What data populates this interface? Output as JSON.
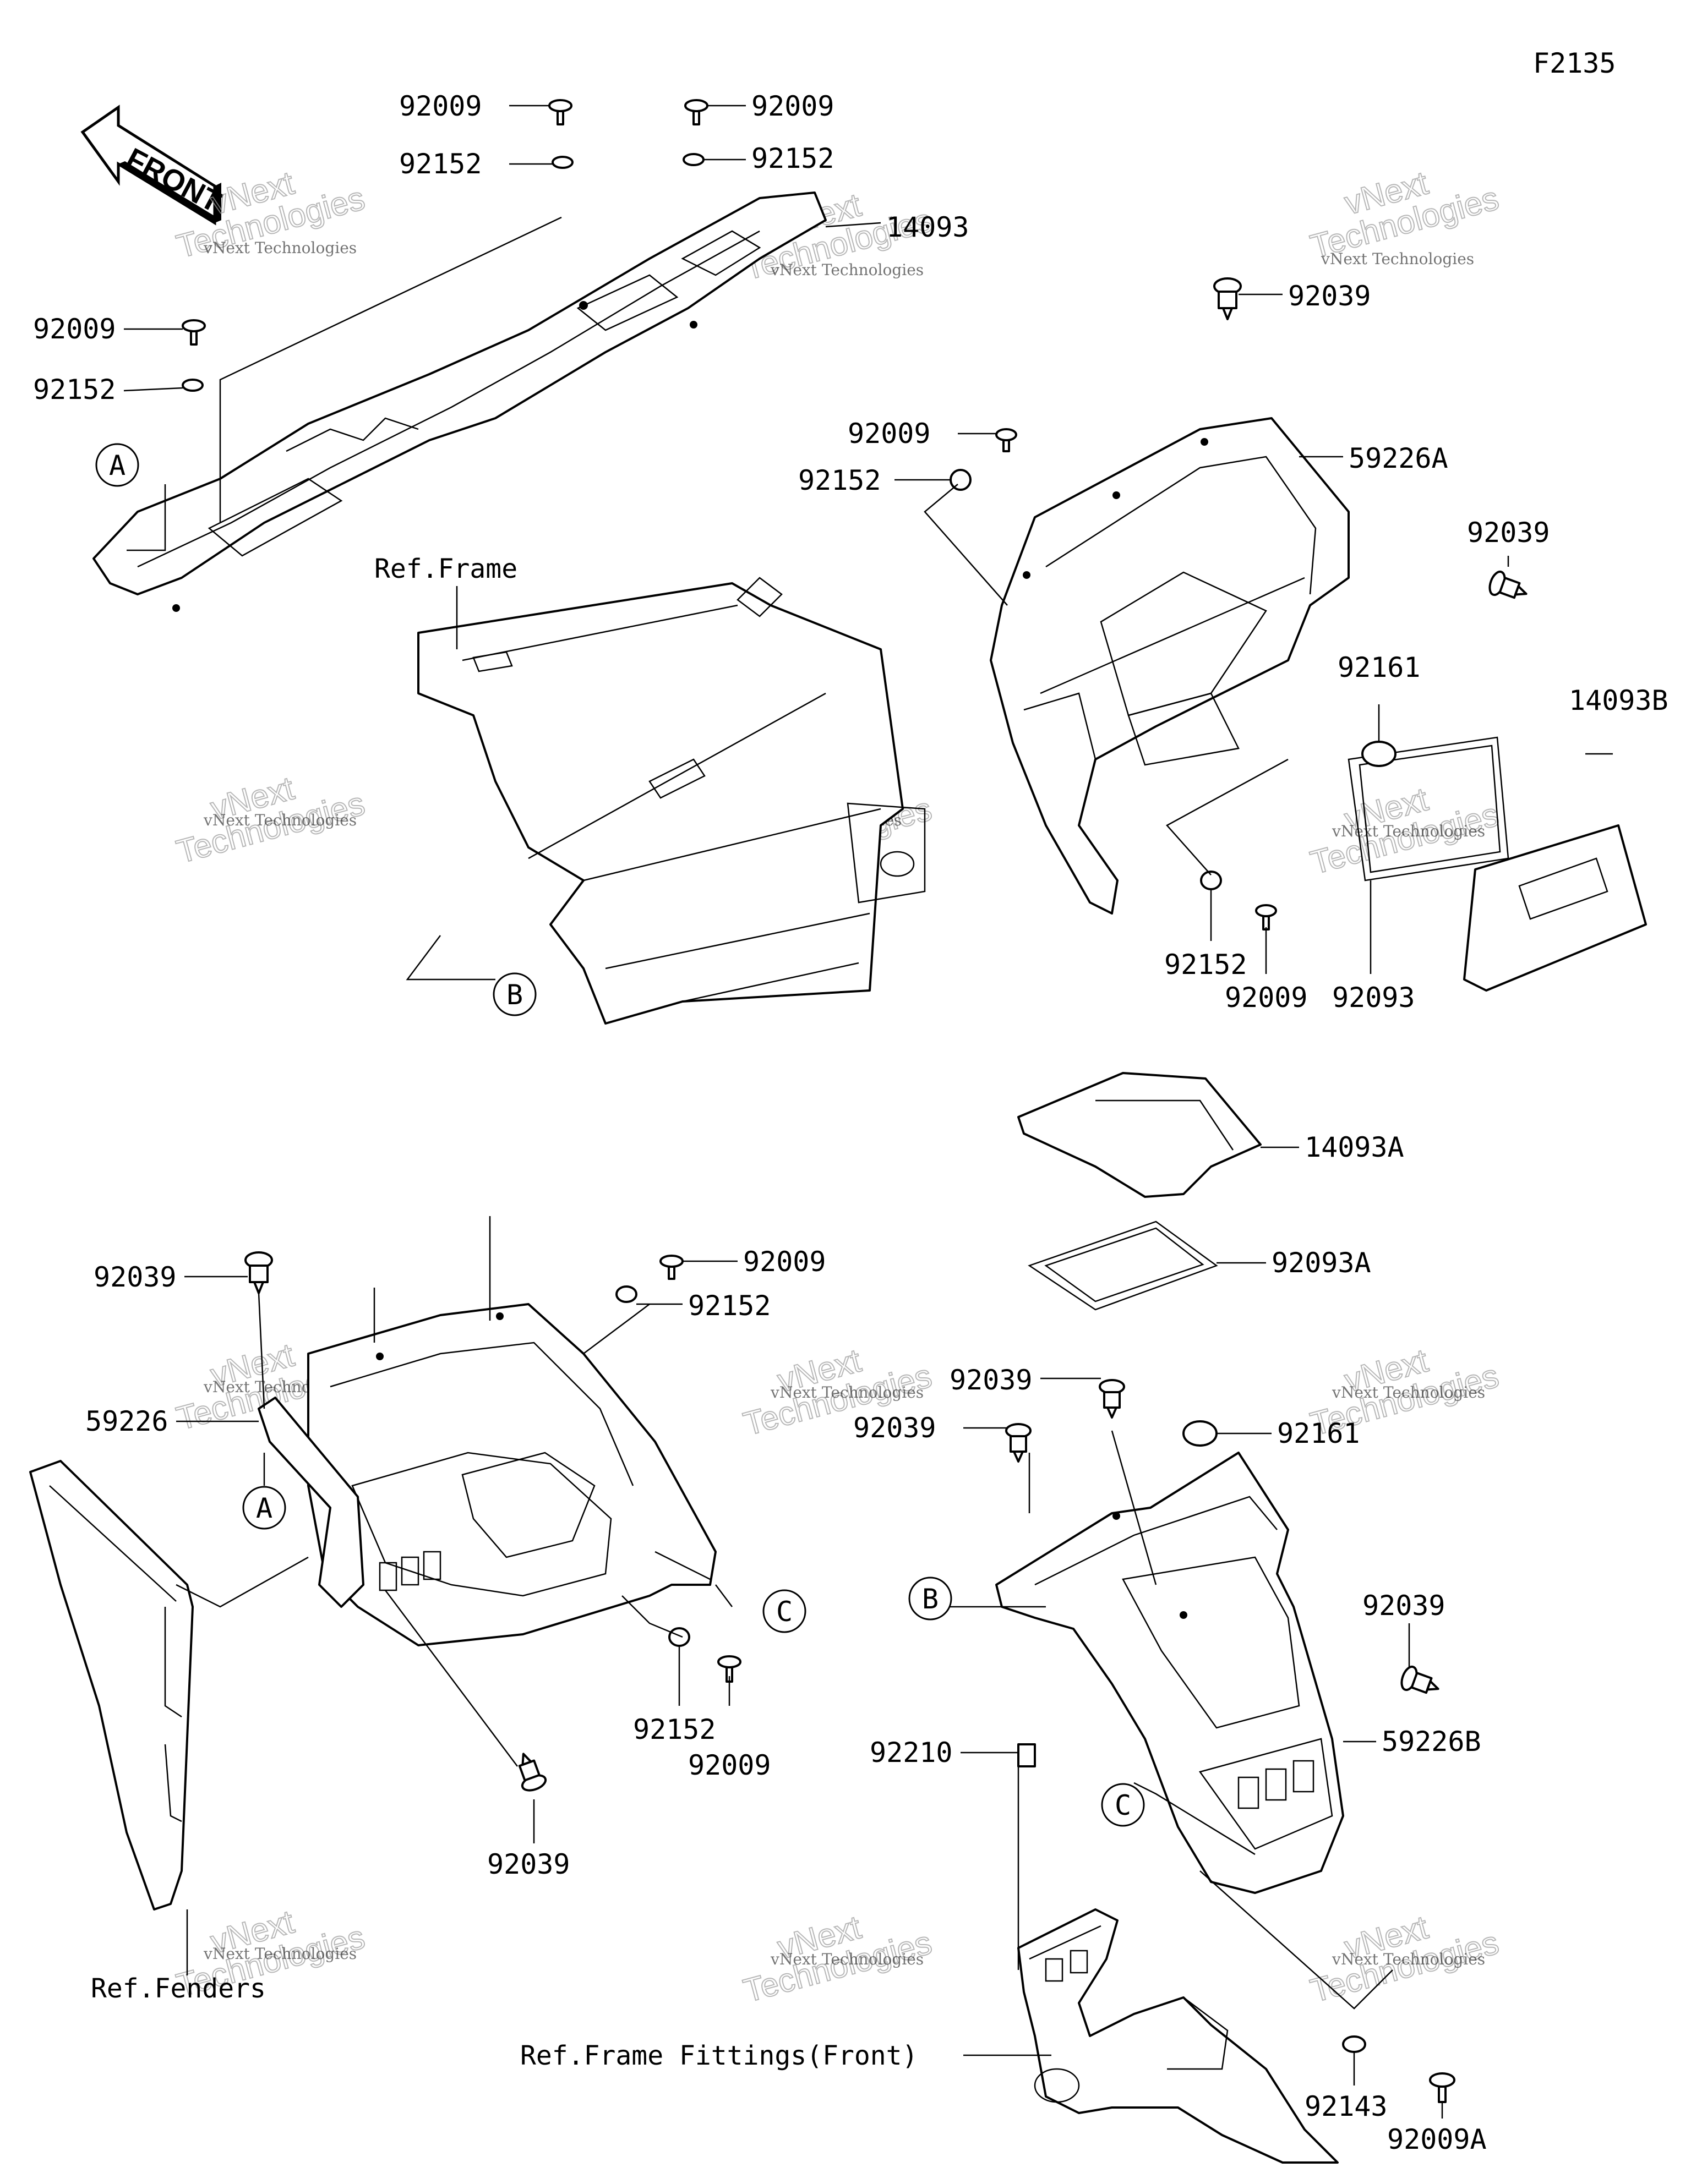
{
  "diagram_code": "F2135",
  "front_label": "FRONT",
  "watermark": {
    "line1": "vNext Technologies",
    "line2": "vNext",
    "line3": "Technologies"
  },
  "circle_labels": [
    "A",
    "B",
    "C"
  ],
  "refs": {
    "frame": "Ref.Frame",
    "fenders": "Ref.Fenders",
    "frame_fittings": "Ref.Frame Fittings(Front)"
  },
  "callouts": {
    "c1": "92009",
    "c2": "92152",
    "c3": "92009",
    "c4": "92152",
    "c5": "14093",
    "c6": "92009",
    "c7": "92152",
    "c8": "92039",
    "c9": "92009",
    "c10": "92152",
    "c11": "59226A",
    "c12": "92039",
    "c13": "92161",
    "c14": "14093B",
    "c15": "92152",
    "c16": "92009",
    "c17": "92093",
    "c18": "14093A",
    "c19": "92093A",
    "c20": "92039",
    "c21": "92009",
    "c22": "92152",
    "c23": "59226",
    "c24": "92152",
    "c25": "92009",
    "c26": "92039",
    "c27": "92039",
    "c28": "92039",
    "c29": "92161",
    "c30": "92039",
    "c31": "59226B",
    "c32": "92210",
    "c33": "92143",
    "c34": "92009A"
  }
}
